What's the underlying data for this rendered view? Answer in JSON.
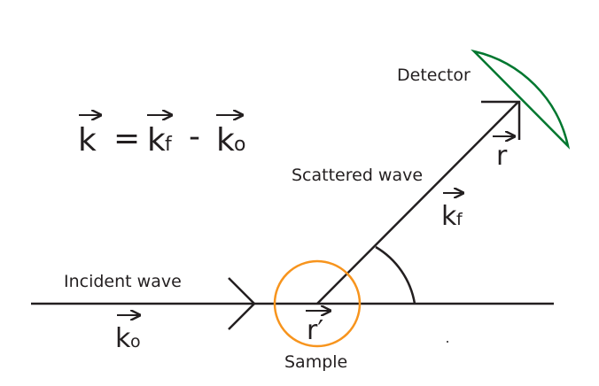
{
  "equation": {
    "lhs": "k",
    "eq": "=",
    "t1": "k",
    "t1_sub": "f",
    "minus": "-",
    "t2": "k",
    "t2_sub": "o"
  },
  "labels": {
    "detector": "Detector",
    "scattered_wave": "Scattered wave",
    "incident_wave": "Incident wave",
    "sample": "Sample"
  },
  "vectors": {
    "kf": {
      "base": "k",
      "sub": "f"
    },
    "ko": {
      "base": "k",
      "sub": "o"
    },
    "r": "r",
    "r_prime": "r′"
  },
  "colors": {
    "line": "#231f20",
    "sample": "#f7941d",
    "detector": "#00772f"
  }
}
